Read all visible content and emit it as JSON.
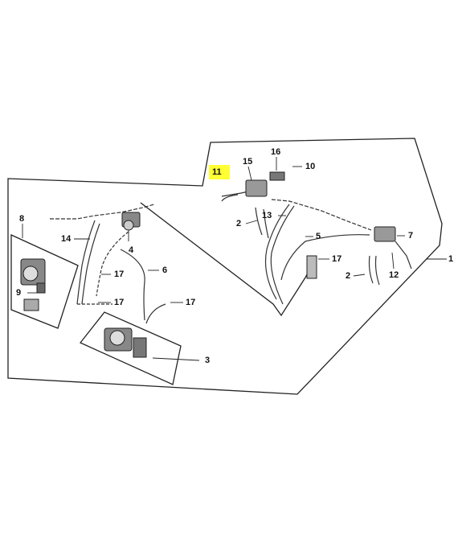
{
  "diagram": {
    "callouts": [
      {
        "id": "c1",
        "label": "1"
      },
      {
        "id": "c2a",
        "label": "2"
      },
      {
        "id": "c2b",
        "label": "2"
      },
      {
        "id": "c3",
        "label": "3"
      },
      {
        "id": "c4",
        "label": "4"
      },
      {
        "id": "c5",
        "label": "5"
      },
      {
        "id": "c6",
        "label": "6"
      },
      {
        "id": "c7",
        "label": "7"
      },
      {
        "id": "c8",
        "label": "8"
      },
      {
        "id": "c9",
        "label": "9"
      },
      {
        "id": "c10",
        "label": "10"
      },
      {
        "id": "c11",
        "label": "11"
      },
      {
        "id": "c12",
        "label": "12"
      },
      {
        "id": "c13",
        "label": "13"
      },
      {
        "id": "c14",
        "label": "14"
      },
      {
        "id": "c15",
        "label": "15"
      },
      {
        "id": "c16",
        "label": "16"
      },
      {
        "id": "c17a",
        "label": "17"
      },
      {
        "id": "c17b",
        "label": "17"
      },
      {
        "id": "c17c",
        "label": "17"
      },
      {
        "id": "c17d",
        "label": "17"
      }
    ],
    "highlighted": "11",
    "colors": {
      "highlight": "#ffff33",
      "line": "#222222"
    }
  }
}
